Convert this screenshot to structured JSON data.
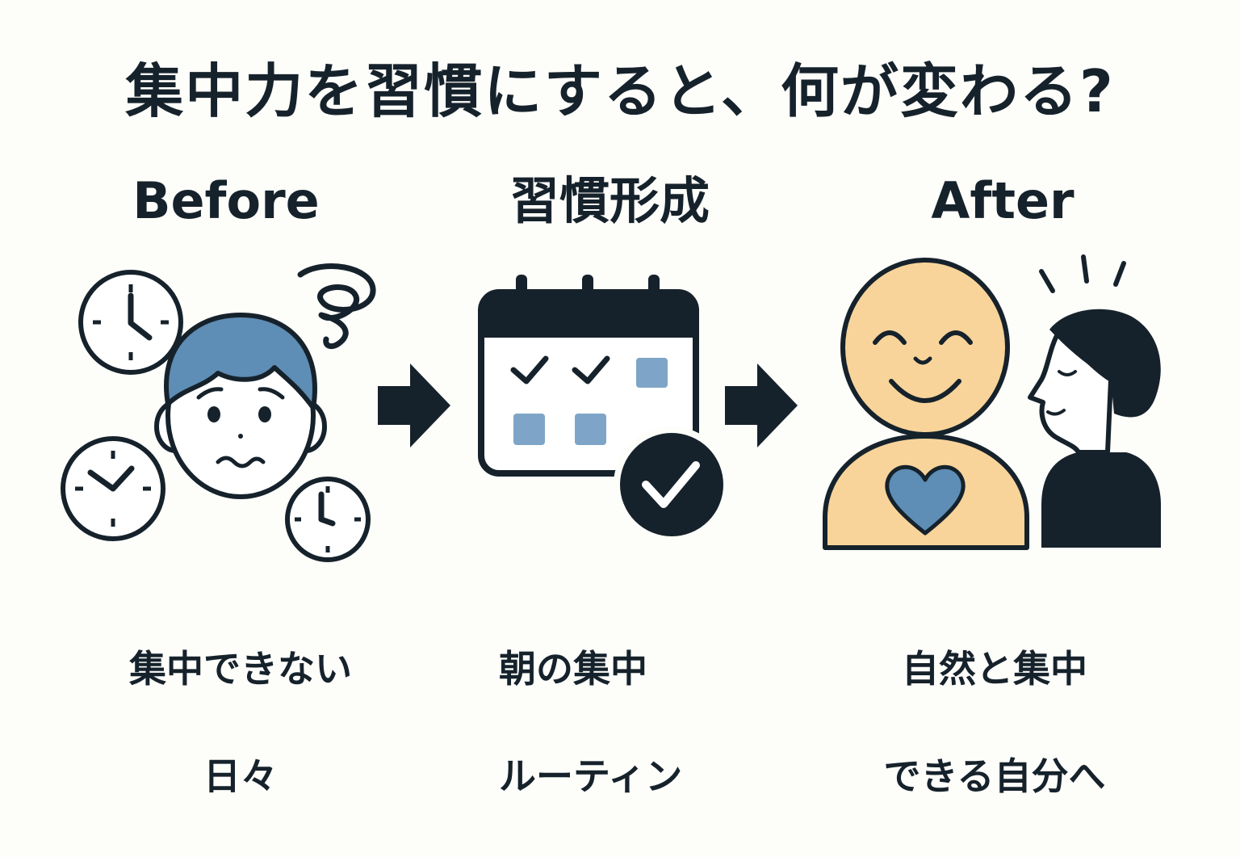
{
  "title": "集中力を習慣にすると、何が変わる?",
  "stages": [
    {
      "heading": "Before",
      "caption_line1": "集中できない",
      "caption_line2": "日々",
      "icon": "worried-person-with-clocks-icon"
    },
    {
      "heading": "習慣形成",
      "caption_line1": "朝の集中",
      "caption_line2": "ルーティン",
      "icon": "calendar-checklist-icon"
    },
    {
      "heading": "After",
      "caption_line1": "自然と集中",
      "caption_line2": "できる自分へ",
      "icon": "happy-focused-people-icon"
    }
  ],
  "colors": {
    "ink": "#16222b",
    "background": "#fdfdfa",
    "hair_blue": "#5e8db5",
    "square_blue": "#7ea5c7",
    "skin_peach": "#f8d49a",
    "heart_blue": "#5e8db5"
  }
}
